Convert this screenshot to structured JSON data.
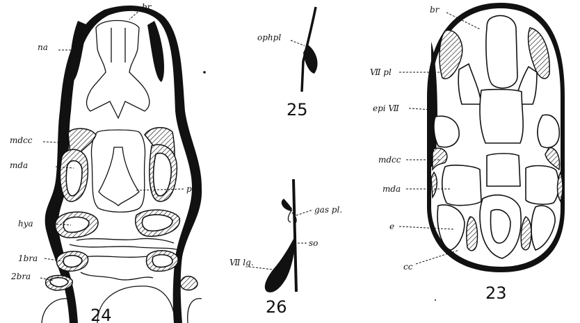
{
  "figure_numbers": {
    "fig23": "23",
    "fig24": "24",
    "fig25": "25",
    "fig26": "26"
  },
  "fig24_labels": {
    "br": "br",
    "na": "na",
    "mdcc": "mdcc",
    "mda": "mda",
    "ph": "ph",
    "hya": "hya",
    "bra1": "1bra",
    "bra2": "2bra"
  },
  "fig25_labels": {
    "ophpl": "ophpl"
  },
  "fig26_labels": {
    "gaspl": "gas pl.",
    "so": "so",
    "vii_lg": "Ⅶ lg."
  },
  "fig23_labels": {
    "br": "br",
    "vii_pl": "Ⅶ pl",
    "epi_vii": "epi Ⅶ",
    "mdcc": "mdcc",
    "mda": "mda",
    "e": "e",
    "cc": "cc"
  },
  "colors": {
    "ink": "#111111",
    "paper": "#ffffff"
  }
}
